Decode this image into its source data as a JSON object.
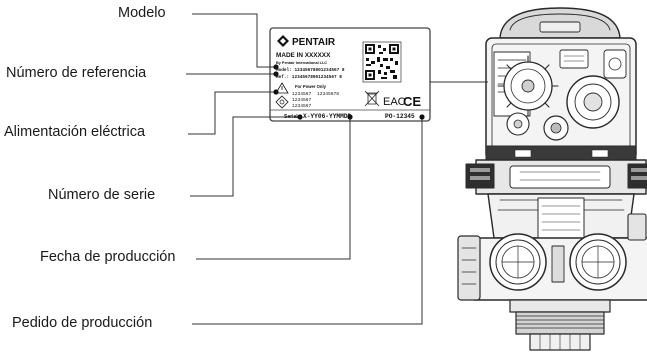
{
  "callouts": {
    "modelo": "Modelo",
    "referencia": "Número de referencia",
    "alimentacion": "Alimentación eléctrica",
    "serie": "Número de serie",
    "fecha": "Fecha de producción",
    "pedido": "Pedido de producción"
  },
  "label": {
    "brand": "PENTAIR",
    "made_in": "MADE IN XXXXXX",
    "by_line": "By Pentair International LLC",
    "model_code": "Model: 12345678901234567 8",
    "ref_code": "Ref.: 12345678901234567 8",
    "power_title": "For Power Only",
    "power_line_1": "1234567",
    "power_line_1b": "12345678",
    "power_line_2": "1234567",
    "power_line_3": "1234567",
    "cert_mark": "EAC",
    "ce_mark": "CE",
    "serial_prefix": "Serial:",
    "serial_value": "X-YY06-YYMMDD",
    "order_value": "PO-12345"
  },
  "colors": {
    "line": "#333333",
    "label_border": "#444444",
    "device_stroke": "#2a2a2a",
    "device_fill": "#f4f4f4",
    "device_shade": "#c8c8c8"
  },
  "icons": {
    "logo": "pentair-diamond-logo",
    "qr": "qr-code-icon",
    "warning": "warning-triangle-icon",
    "power": "power-symbol-icon",
    "weee": "crossed-bin-icon"
  }
}
